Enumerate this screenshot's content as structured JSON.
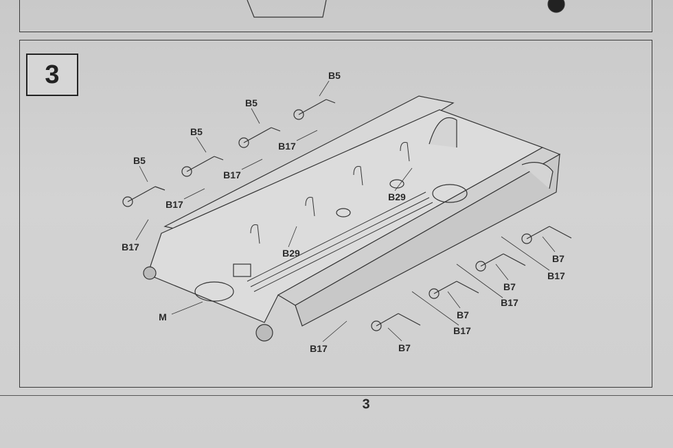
{
  "step": {
    "number": "3"
  },
  "page_number": "3",
  "part_labels": {
    "b5_1": "B5",
    "b5_2": "B5",
    "b5_3": "B5",
    "b5_4": "B5",
    "b17_l1": "B17",
    "b17_l2": "B17",
    "b17_l3": "B17",
    "b17_l4": "B17",
    "b29_1": "B29",
    "b29_2": "B29",
    "m": "M",
    "b17_b": "B17",
    "b7_b": "B7",
    "b7_r1": "B7",
    "b17_r1": "B17",
    "b7_r2": "B7",
    "b17_r2": "B17",
    "b7_r3": "B7",
    "b17_r3": "B17"
  },
  "colors": {
    "paper": "#cfcfcf",
    "ink": "#2a2a2a"
  }
}
